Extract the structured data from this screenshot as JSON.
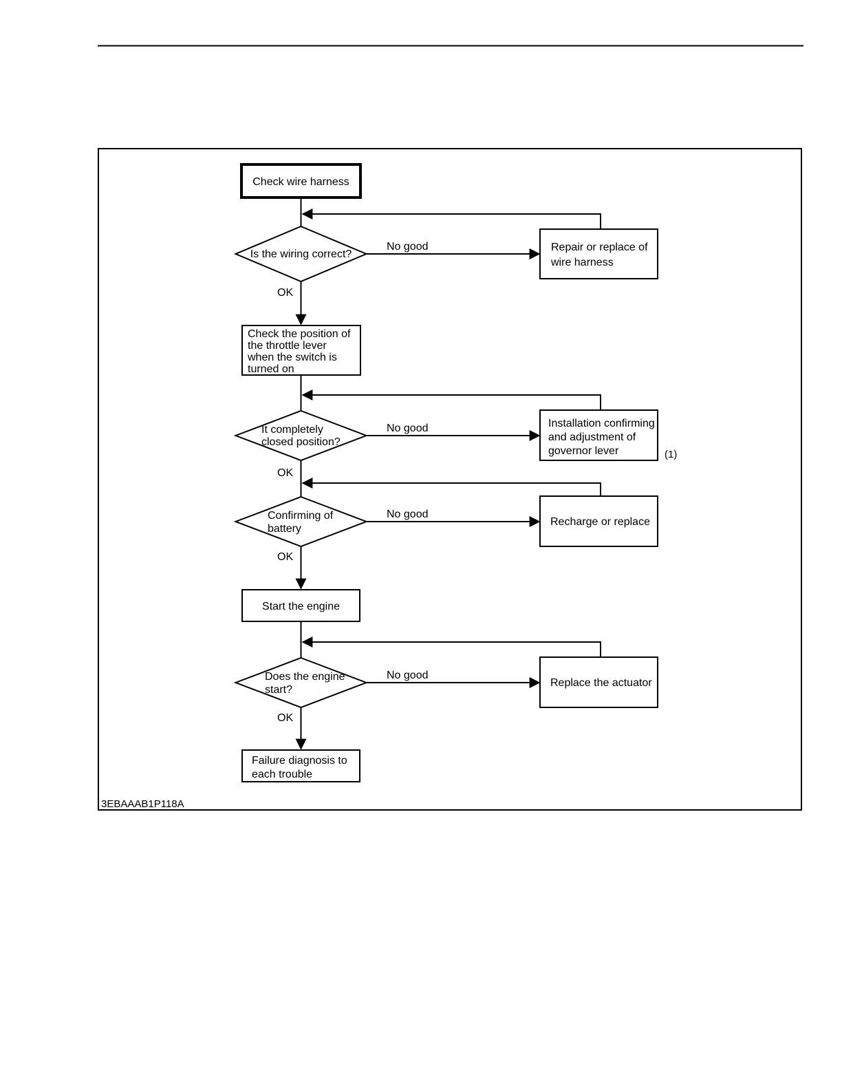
{
  "figure": {
    "code": "3EBAAAB1P118A",
    "labels": {
      "ok": "OK",
      "no_good": "No good",
      "note_1": "(1)"
    },
    "nodes": {
      "start": {
        "label": "Check wire harness"
      },
      "q_wiring": {
        "label": "Is the wiring correct?"
      },
      "fix_wiring": {
        "line1": "Repair or replace of",
        "line2": "wire harness"
      },
      "check_throttle": {
        "line1": "Check the position of",
        "line2": "the throttle lever",
        "line3": "when the switch is",
        "line4": "turned on"
      },
      "q_closed": {
        "line1": "It completely",
        "line2": "closed position?"
      },
      "fix_governor": {
        "line1": "Installation confirming",
        "line2": "and adjustment of",
        "line3": "governor lever"
      },
      "q_battery": {
        "line1": "Confirming of",
        "line2": "battery"
      },
      "fix_battery": {
        "label": "Recharge or replace"
      },
      "start_engine": {
        "label": "Start the engine"
      },
      "q_engine": {
        "line1": "Does the engine",
        "line2": "start?"
      },
      "fix_actuator": {
        "label": "Replace the actuator"
      },
      "diagnosis": {
        "line1": "Failure diagnosis to",
        "line2": "each trouble"
      }
    },
    "colors": {
      "line": "#000000",
      "background": "#ffffff"
    }
  }
}
